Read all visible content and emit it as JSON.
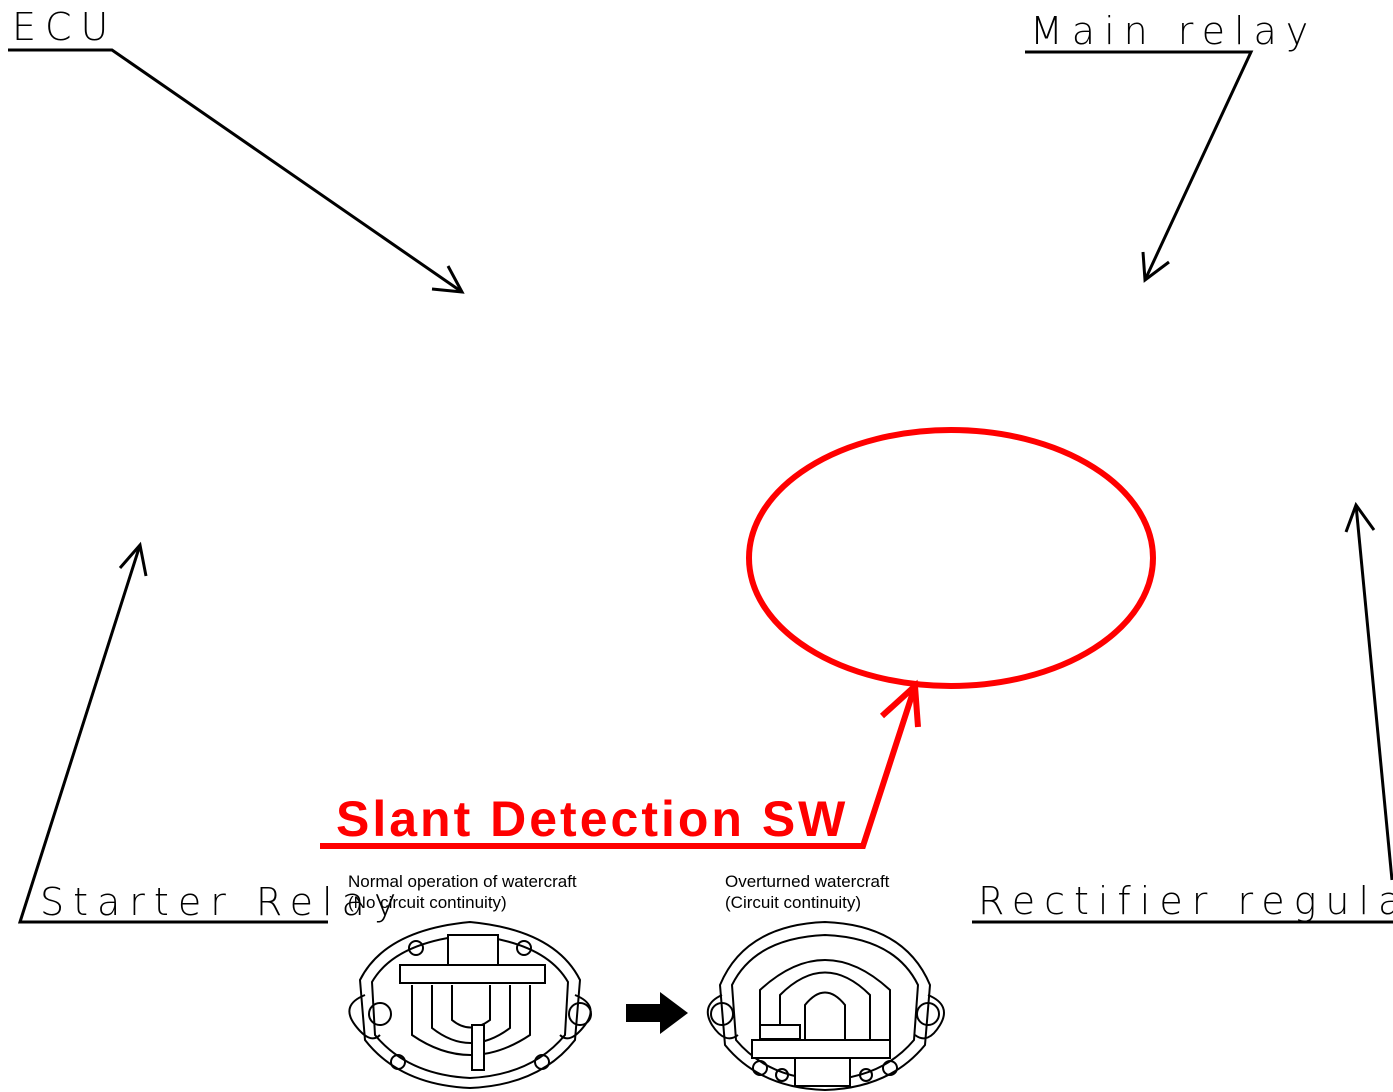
{
  "labels": {
    "ecu": "ECU",
    "main_relay": "Main relay",
    "starter_relay": "Starter Relay",
    "rectifier_regulator": "Rectifier regulator",
    "slant_detection": "Slant Detection SW"
  },
  "normal_state": {
    "line1": "Normal operation of watercraft",
    "line2": "(No circuit continuity)"
  },
  "overturned_state": {
    "line1": "Overturned watercraft",
    "line2": "(Circuit continuity)"
  },
  "colors": {
    "callout_line": "#000000",
    "highlight": "#ff0000"
  }
}
